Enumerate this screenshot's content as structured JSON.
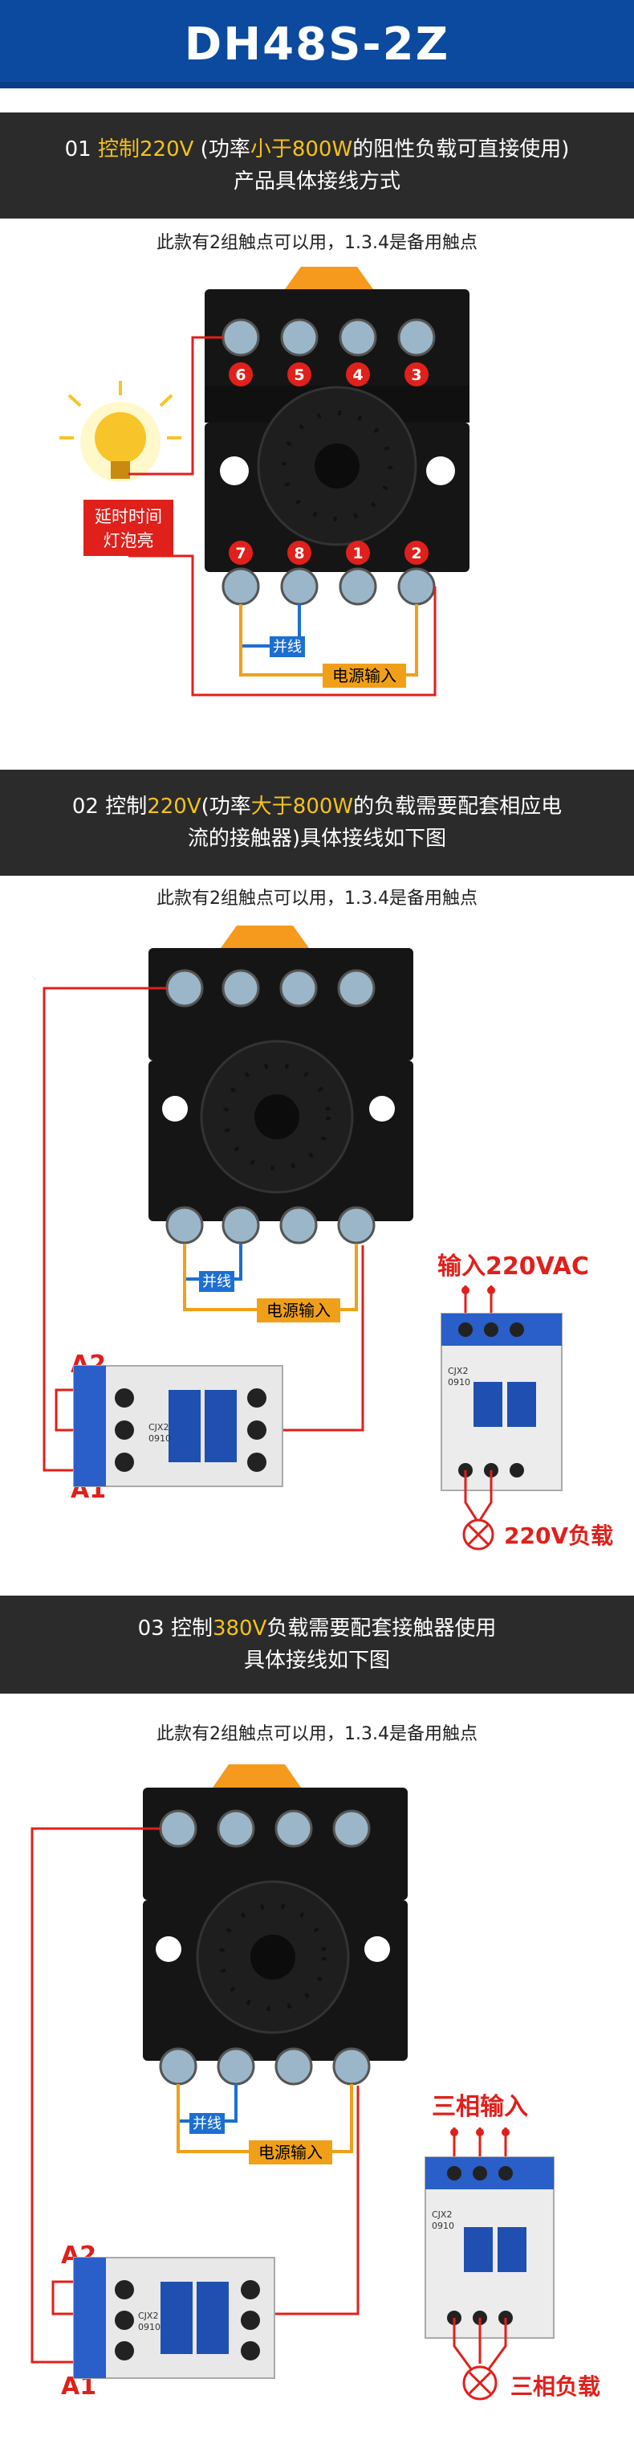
{
  "title": "DH48S-2Z",
  "sections": [
    {
      "header_line1": [
        "01  ",
        "控制220V",
        " (功率",
        "小于800W",
        "的阻性负载可直接使用)"
      ],
      "header_line2": "产品具体接线方式",
      "note": "此款有2组触点可以用，1.3.4是备用触点",
      "lamp_label_1": "延时时间",
      "lamp_label_2": "灯泡亮",
      "parallel_label": "并线",
      "power_label": "电源输入",
      "terminal_top": [
        "6",
        "5",
        "4",
        "3"
      ],
      "terminal_bottom": [
        "7",
        "8",
        "1",
        "2"
      ]
    },
    {
      "header_line1": [
        "02  控制",
        "220V",
        "(功率",
        "大于800W",
        "的负载需要配套相应电"
      ],
      "header_line2": "流的接触器)具体接线如下图",
      "note": "此款有2组触点可以用，1.3.4是备用触点",
      "parallel_label": "并线",
      "power_label": "电源输入",
      "a2_label": "A2",
      "a1_label": "A1",
      "input_label": "输入220VAC",
      "load_label": "220V负载"
    },
    {
      "header_line1": [
        "03  控制",
        "380V",
        "负载需要配套接触器使用"
      ],
      "header_line2": "具体接线如下图",
      "note": "此款有2组触点可以用，1.3.4是备用触点",
      "parallel_label": "并线",
      "power_label": "电源输入",
      "a2_label": "A2",
      "a1_label": "A1",
      "input_label": "三相输入",
      "load_label": "三相负载"
    }
  ],
  "contactor_text": [
    "CJX2",
    "0910"
  ],
  "colors": {
    "title_bg": "#0b4a9e",
    "header_bg": "#2b2b2b",
    "highlight": "#f4c21a",
    "wire_red": "#e0201b",
    "wire_blue": "#1c6fd1",
    "wire_orange": "#f0a018"
  }
}
